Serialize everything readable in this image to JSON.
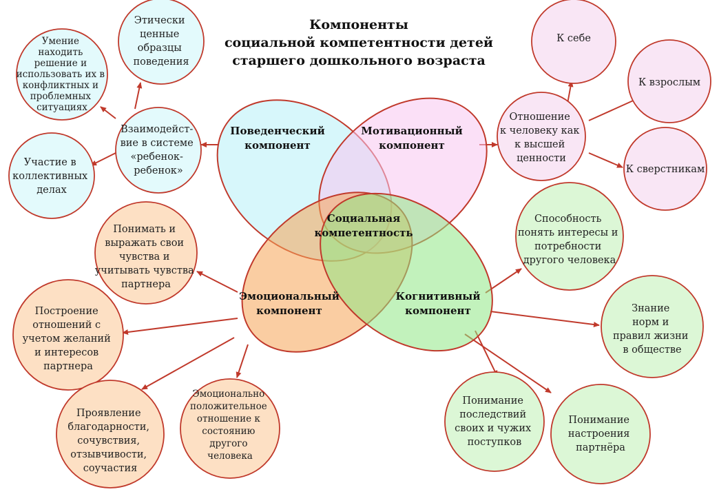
{
  "title": {
    "lines": [
      "Компоненты",
      "социальной компетентности детей",
      "старшего дошкольного возраста"
    ]
  },
  "center": {
    "lines": [
      "Социальная",
      "компетентность"
    ]
  },
  "components": {
    "behavioral": {
      "lines": [
        "Поведенческий",
        "компонент"
      ],
      "fill": "#b7f0f7",
      "stroke": "#c0392b"
    },
    "motivational": {
      "lines": [
        "Мотивационный",
        "компонент"
      ],
      "fill": "#f7c7f0",
      "stroke": "#c0392b"
    },
    "emotional": {
      "lines": [
        "Эмоциональный",
        "компонент"
      ],
      "fill": "#f5a455",
      "stroke": "#c0392b"
    },
    "cognitive": {
      "lines": [
        "Когнитивный",
        "компонент"
      ],
      "fill": "#8fe885",
      "stroke": "#c0392b"
    }
  },
  "colors": {
    "arrow": "#c0392b",
    "behavioral_node": "#e3fafc",
    "motivational_node": "#f9e6f5",
    "emotional_node": "#fde0c4",
    "cognitive_node": "#dcf7d6",
    "node_stroke": "#c0392b"
  },
  "nodes": {
    "interaction": [
      "Взаимодейст-",
      "вие в системе",
      "«ребенок-",
      "ребенок»"
    ],
    "ethical": [
      "Этически",
      "ценные",
      "образцы",
      "поведения"
    ],
    "solutions": [
      "Умение",
      "находить",
      "решение и",
      "использовать их в",
      "конфликтных и",
      "проблемных",
      "ситуациях"
    ],
    "participation": [
      "Участие в",
      "коллективных",
      "делах"
    ],
    "attitude": [
      "Отношение",
      "к человеку как",
      "к высшей",
      "ценности"
    ],
    "self": [
      "К себе"
    ],
    "adults": [
      "К взрослым"
    ],
    "peers": [
      "К сверстникам"
    ],
    "understand_feel": [
      "Понимать и",
      "выражать свои",
      "чувства и",
      "учитывать чувства",
      "партнера"
    ],
    "build_relations": [
      "Построение",
      "отношений с",
      "учетом желаний",
      "и интересов",
      "партнера"
    ],
    "gratitude": [
      "Проявление",
      "благодарности,",
      "сочувствия,",
      "отзывчивости,",
      "соучастия"
    ],
    "emotional_positive": [
      "Эмоционально",
      "положительное",
      "отношение к",
      "состоянию",
      "другого",
      "человека"
    ],
    "interests": [
      "Способность",
      "понять интересы и",
      "потребности",
      "другого человека"
    ],
    "norms": [
      "Знание",
      "норм и",
      "правил жизни",
      "в обществе"
    ],
    "consequences": [
      "Понимание",
      "последствий",
      "своих и чужих",
      "поступков"
    ],
    "mood": [
      "Понимание",
      "настроения",
      "партнёра"
    ]
  }
}
